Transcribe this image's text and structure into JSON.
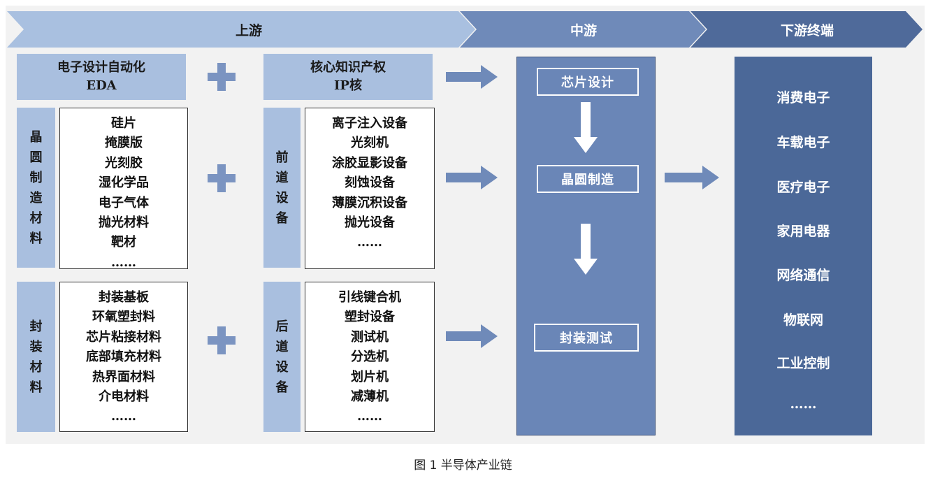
{
  "stages": {
    "upstream": "上游",
    "midstream": "中游",
    "downstream": "下游终端"
  },
  "upstream": {
    "eda": {
      "line1": "电子设计自动化",
      "line2": "EDA"
    },
    "ip": {
      "line1": "核心知识产权",
      "line2": "IP核"
    },
    "wafer_materials": {
      "label": [
        "晶",
        "圆",
        "制",
        "造",
        "材",
        "料"
      ],
      "items": [
        "硅片",
        "掩膜版",
        "光刻胶",
        "湿化学品",
        "电子气体",
        "抛光材料",
        "靶材",
        "……"
      ]
    },
    "frontend_equipment": {
      "label": [
        "前",
        "道",
        "设",
        "备"
      ],
      "items": [
        "离子注入设备",
        "光刻机",
        "涂胶显影设备",
        "刻蚀设备",
        "薄膜沉积设备",
        "抛光设备",
        "……"
      ]
    },
    "packaging_materials": {
      "label": [
        "封",
        "装",
        "材",
        "料"
      ],
      "items": [
        "封装基板",
        "环氧塑封料",
        "芯片粘接材料",
        "底部填充材料",
        "热界面材料",
        "介电材料",
        "……"
      ]
    },
    "backend_equipment": {
      "label": [
        "后",
        "道",
        "设",
        "备"
      ],
      "items": [
        "引线键合机",
        "塑封设备",
        "测试机",
        "分选机",
        "划片机",
        "减薄机",
        "……"
      ]
    }
  },
  "midstream": {
    "steps": [
      "芯片设计",
      "晶圆制造",
      "封装测试"
    ]
  },
  "downstream": {
    "items": [
      "消费电子",
      "车载电子",
      "医疗电子",
      "家用电器",
      "网络通信",
      "物联网",
      "工业控制",
      "……"
    ]
  },
  "caption": "图 1  半导体产业链",
  "colors": {
    "chevron_upstream": "#a9c0e0",
    "chevron_midstream": "#6f8ab9",
    "chevron_downstream": "#4f6a9a",
    "label_box": "#a9bfdf",
    "plus": "#7b94c1",
    "arrow": "#6f8ab9",
    "midstream_column": "#6a86b7",
    "downstream_column": "#4b6898"
  }
}
